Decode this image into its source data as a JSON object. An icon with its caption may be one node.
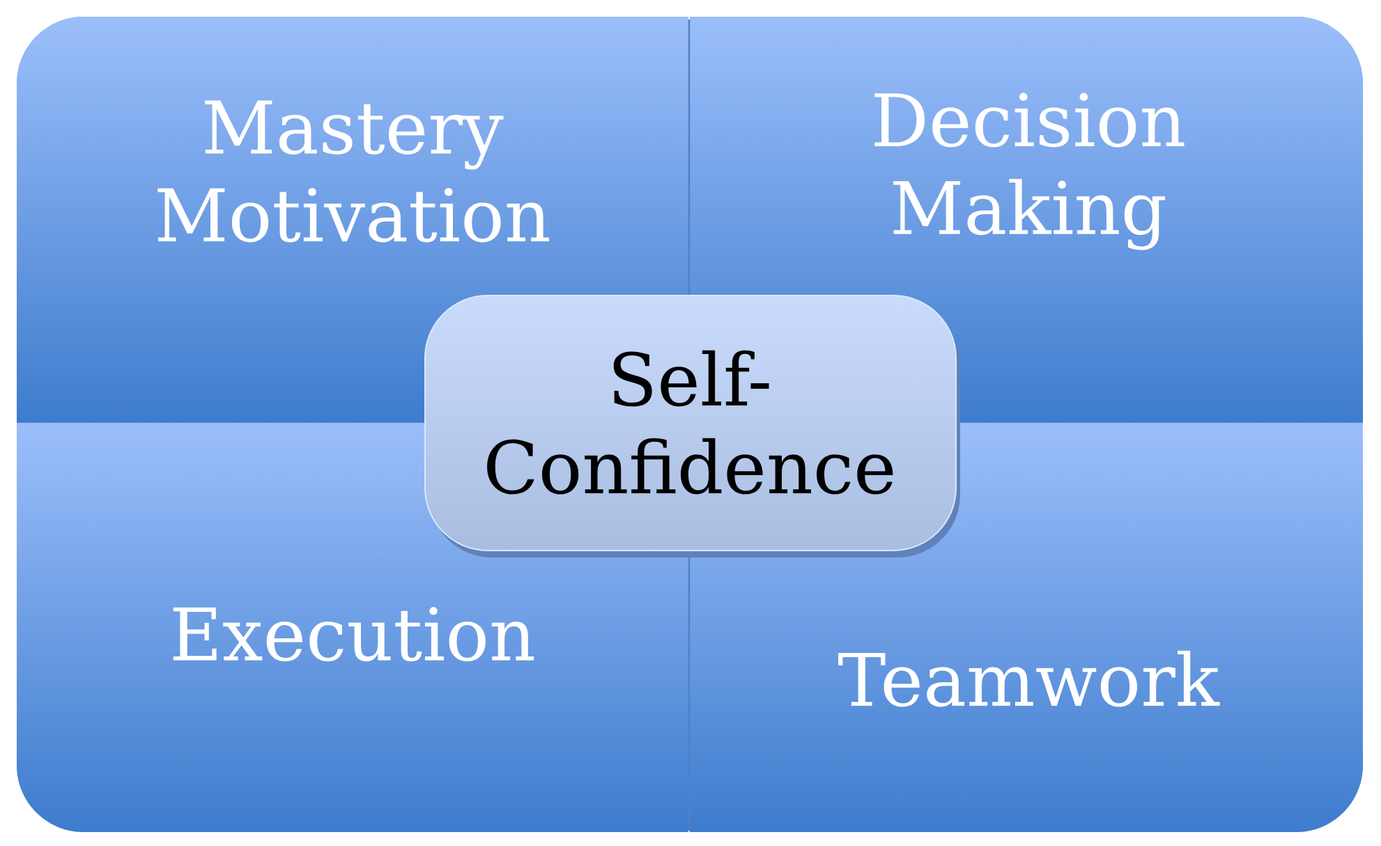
{
  "diagram": {
    "nodes": [
      {
        "text": [
          "Mastery Motivation"
        ]
      },
      {
        "text": [
          "Decision Making"
        ]
      },
      {
        "text": [
          "Self-Confidence"
        ]
      },
      {
        "text": [
          "Execution"
        ]
      },
      {
        "text": [
          "Teamwork"
        ]
      }
    ]
  }
}
